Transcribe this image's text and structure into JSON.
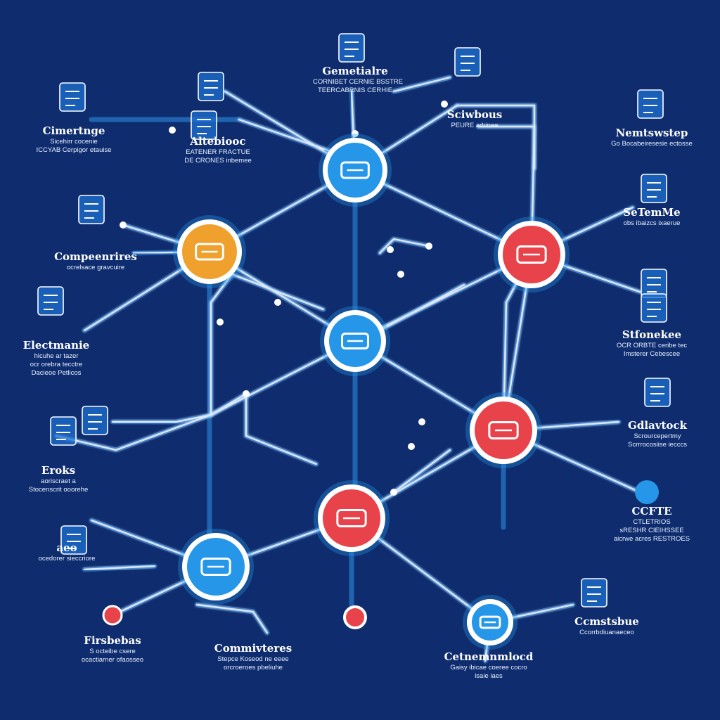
{
  "colors": {
    "background": "#0f2d6e",
    "line": "#dbe8ff",
    "line_glow": "#2f8fe6",
    "node_blue": "#2596e8",
    "node_red": "#e8434b",
    "node_orange": "#f0a02c",
    "ring": "#ffffff"
  },
  "hub_nodes": [
    {
      "id": "top",
      "color": "blue",
      "icon": "fire-hydrant-icon"
    },
    {
      "id": "left",
      "color": "orange",
      "icon": "pill-icon"
    },
    {
      "id": "center",
      "color": "blue",
      "icon": "machine-icon"
    },
    {
      "id": "right",
      "color": "red",
      "icon": "factory-icon"
    },
    {
      "id": "right-mid",
      "color": "red",
      "icon": "panel-icon"
    },
    {
      "id": "bottom-center",
      "color": "red",
      "icon": "truck-icon"
    },
    {
      "id": "bottom-left",
      "color": "blue",
      "icon": "box-icon"
    },
    {
      "id": "bottom-right",
      "color": "blue",
      "icon": "plug-icon"
    }
  ],
  "labels": [
    {
      "id": "top-center",
      "title": "Gemetialre",
      "sub1": "CORNIBET CERNIE BSSTRE",
      "sub2": "TEERCABRNIS CERHIE"
    },
    {
      "id": "top-right",
      "title": "Sciwbous",
      "sub1": "PEURE adrinee",
      "sub2": ""
    },
    {
      "id": "top-left-inner",
      "title": "Altebiooc",
      "sub1": "EATENER FRACTUE",
      "sub2": "DE CRONES inbemee"
    },
    {
      "id": "left-1",
      "title": "Cimertnge",
      "sub1": "Sicehirr cocenie",
      "sub2": "ICCYAB Cerpigor etauise"
    },
    {
      "id": "far-right-1",
      "title": "Nemtswstep",
      "sub1": "Go Bocabeiresesie ectosse",
      "sub2": ""
    },
    {
      "id": "right-2",
      "title": "SeTemMe",
      "sub1": "obs ibaizcs ixaerue",
      "sub2": ""
    },
    {
      "id": "left-2",
      "title": "Compeenrires",
      "sub1": "ocrelsace gravcuire",
      "sub2": ""
    },
    {
      "id": "left-3",
      "title": "Electmanie",
      "sub1": "hicuhe ar tazer",
      "sub2": "ocr orebra tecctre"
    },
    {
      "id": "left-3b",
      "title": "",
      "sub1": "Dacieoe Petlicos",
      "sub2": ""
    },
    {
      "id": "right-3",
      "title": "Stfonekee",
      "sub1": "OCR ORBTE ceribe tec",
      "sub2": "Imsterer Cebescee"
    },
    {
      "id": "right-4",
      "title": "Gdlavtock",
      "sub1": "Scrourcepertmy",
      "sub2": "Scrrrocosiise iecccs"
    },
    {
      "id": "left-4",
      "title": "Eroks",
      "sub1": "aoriscraet a",
      "sub2": "Stocenscrit ooorehe"
    },
    {
      "id": "right-5",
      "title": "CCFTE",
      "sub1": "CTLETRIOS",
      "sub2": "sRESHR CIEIHSSEE"
    },
    {
      "id": "right-5b",
      "title": "",
      "sub1": "aicrwe acres RESTROES",
      "sub2": ""
    },
    {
      "id": "left-5",
      "title": "aeo",
      "sub1": "ocedorer sieccriore",
      "sub2": ""
    },
    {
      "id": "right-6",
      "title": "Ccmstsbue",
      "sub1": "Ccorrbdiuanaeceo",
      "sub2": ""
    },
    {
      "id": "bottom-1",
      "title": "Firsbebas",
      "sub1": "S octeibe csere",
      "sub2": "ocactiarner ofaosseo"
    },
    {
      "id": "bottom-2",
      "title": "Commivteres",
      "sub1": "Stepce Koseod ne eeee",
      "sub2": "orcroeroes pbeliuhe"
    },
    {
      "id": "bottom-3",
      "title": "Cetnemnmlocd",
      "sub1": "Gaisy ibicae coeree cocro",
      "sub2": "isaie iaes"
    }
  ],
  "side_icons": [
    "doorway-icon",
    "drone-icon",
    "robot-arm-icon",
    "flask-icon",
    "worker-icon",
    "lab-icon",
    "camera-icon",
    "computer-icon",
    "server-icon",
    "refinery-icon",
    "cart-icon",
    "tool-icon",
    "person-icon",
    "pump-icon",
    "gear-icon",
    "submarine-icon"
  ]
}
